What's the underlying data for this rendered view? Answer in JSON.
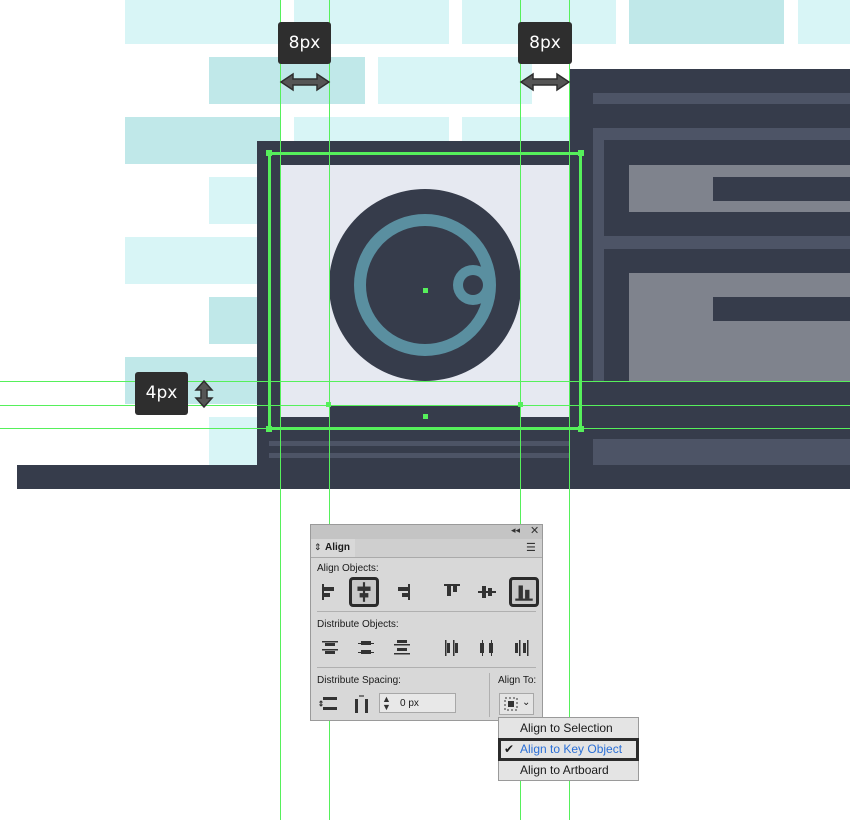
{
  "measurements": {
    "left_gap": "8px",
    "right_gap": "8px",
    "vertical_gap": "4px"
  },
  "align_panel": {
    "title": "Align",
    "align_objects_label": "Align Objects:",
    "distribute_objects_label": "Distribute Objects:",
    "distribute_spacing_label": "Distribute Spacing:",
    "align_to_label": "Align To:",
    "spacing_value": "0 px",
    "selected_buttons": [
      "horizontal-align-center",
      "vertical-align-bottom"
    ]
  },
  "align_to_menu": {
    "items": [
      "Align to Selection",
      "Align to Key Object",
      "Align to Artboard"
    ],
    "checked": "Align to Key Object"
  },
  "colors": {
    "guide": "#56f05b",
    "dark_frame": "#363c4b",
    "screen": "#e6e9f1",
    "ring": "#5a8fa0",
    "brick_light": "#d8f5f6",
    "brick_mid": "#c0e8e9",
    "menu_highlight": "#2a6fd6"
  }
}
